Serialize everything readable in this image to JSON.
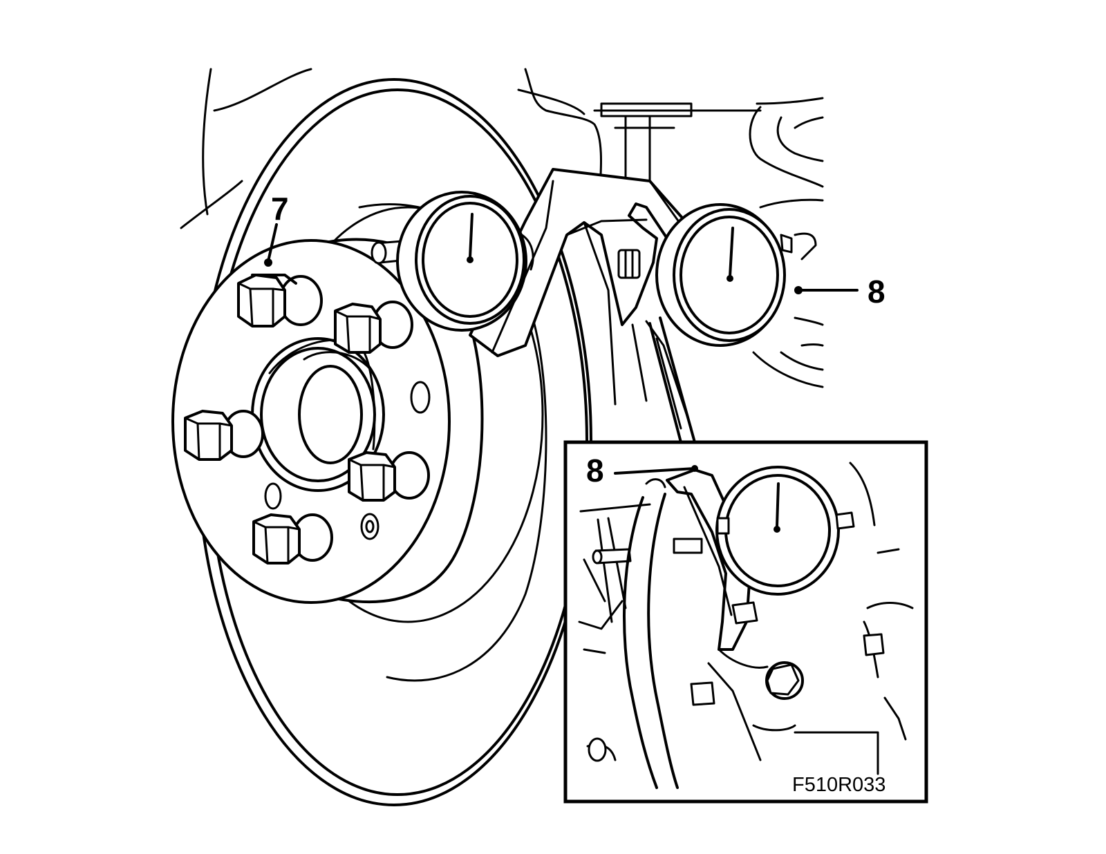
{
  "callouts": {
    "main_left": "7",
    "main_right": "8",
    "inset": "8"
  },
  "figure_code": "F510R033",
  "colors": {
    "line": "#000000",
    "background": "#ffffff"
  }
}
